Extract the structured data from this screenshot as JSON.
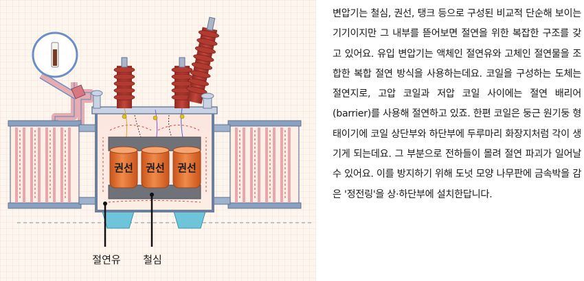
{
  "diagram": {
    "coils": [
      "권선",
      "권선",
      "권선"
    ],
    "callouts": {
      "oil": "절연유",
      "core": "철심"
    }
  },
  "description": "변압기는 철심, 권선, 탱크 등으로 구성된 비교적 단순해 보이는 기기이지만 그 내부를 뜯어보면 절연을 위한 복잡한 구조를 갖고 있어요. 유입 변압기는 액체인 절연유와 고체인 절연물을 조합한 복합 절연 방식을 사용하는데요. 코일을 구성하는 도체는 절연지로, 고압 코일과 저압 코일 사이에는 절연 배리어(barrier)를 사용해 절연하고 있죠. 한편 코일은 둥근 원기둥 형태이기에 코일 상단부와 하단부에 두루마리 화장지처럼 각이 생기게 되는데요. 그 부분으로 전하들이 몰려 절연 파괴가 일어날 수 있어요. 이를 방지하기 위해 도넛 모양 나무판에 금속박을 감은 '정전링'을 상·하단부에 설치한답니다."
}
